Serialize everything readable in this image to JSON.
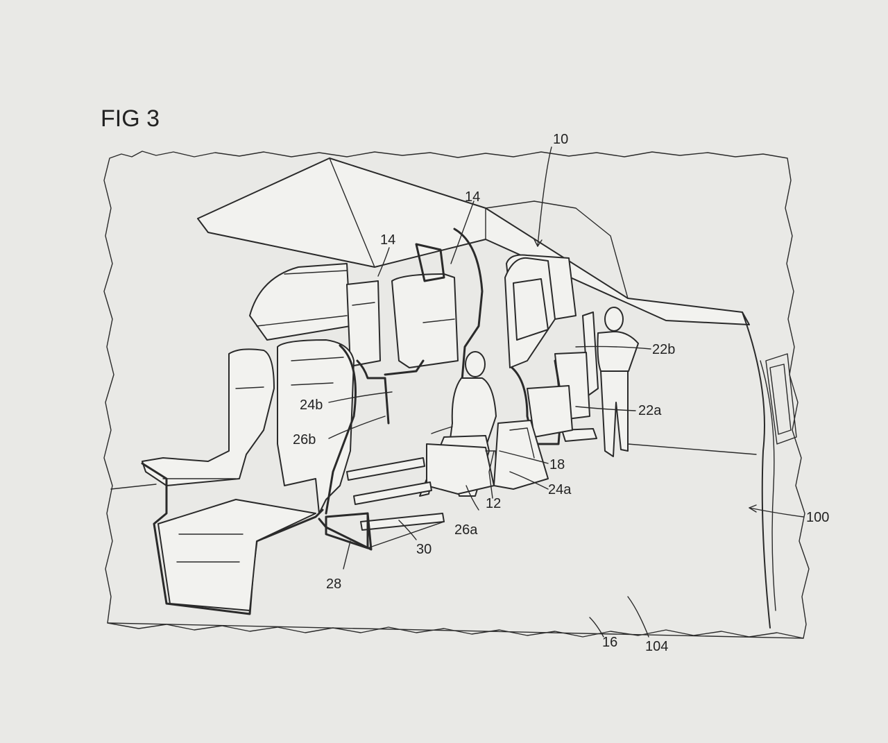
{
  "figure": {
    "title": "FIG 3"
  },
  "labels": {
    "l10": "10",
    "l14_left": "14",
    "l14_right": "14",
    "l22b": "22b",
    "l22a": "22a",
    "l24b": "24b",
    "l26b": "26b",
    "l18": "18",
    "l24a": "24a",
    "l12": "12",
    "l26a": "26a",
    "l30": "30",
    "l28": "28",
    "l100": "100",
    "l16": "16",
    "l104": "104"
  }
}
